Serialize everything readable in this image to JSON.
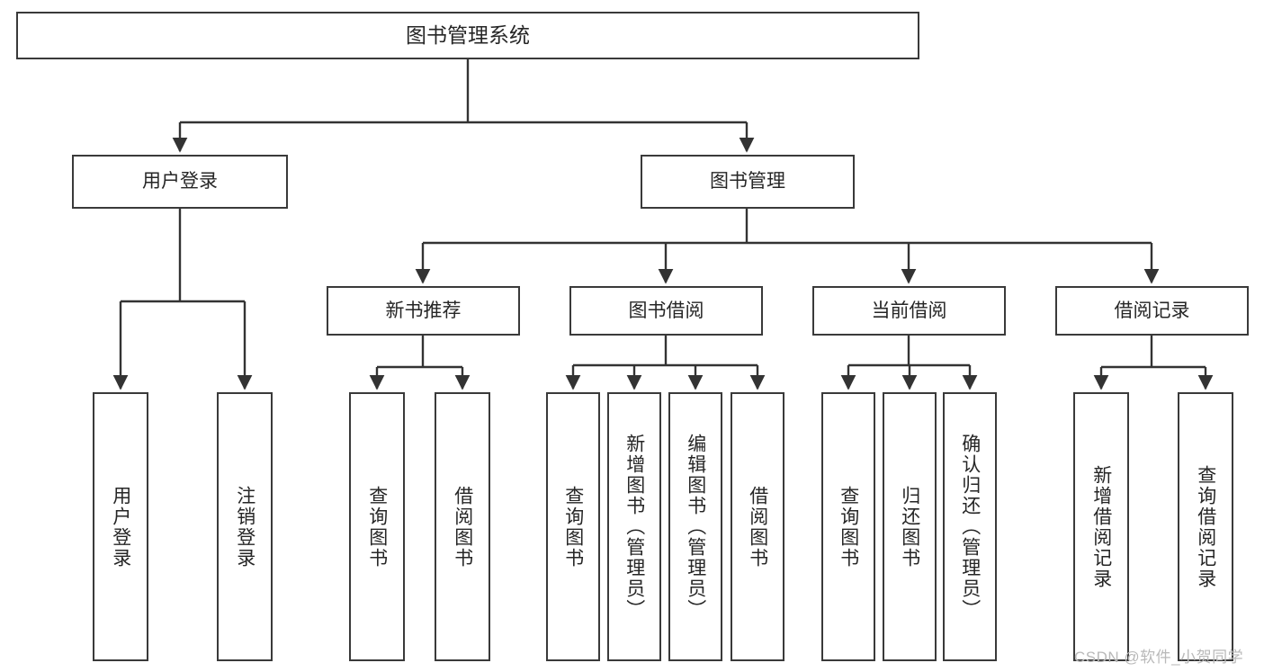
{
  "diagram": {
    "type": "tree",
    "title": "图书管理系统",
    "orientation": "top-down",
    "style": {
      "box_fill": "#ffffff",
      "box_stroke": "#3a3a3a",
      "text_color": "#262626",
      "connector_color": "#333333",
      "background": "#ffffff"
    },
    "watermark": "CSDN @软件_小贺同学",
    "nodes": {
      "root": {
        "label": "图书管理系统"
      },
      "level1": [
        {
          "label": "用户登录"
        },
        {
          "label": "图书管理"
        }
      ],
      "level2": [
        {
          "label": "新书推荐"
        },
        {
          "label": "图书借阅"
        },
        {
          "label": "当前借阅"
        },
        {
          "label": "借阅记录"
        }
      ],
      "leaves": {
        "user_login": [
          {
            "label": "用户登录"
          },
          {
            "label": "注销登录"
          }
        ],
        "new_book_recommend": [
          {
            "label": "查询图书"
          },
          {
            "label": "借阅图书"
          }
        ],
        "book_borrow": [
          {
            "label": "查询图书"
          },
          {
            "label": "新增图书（管理员）"
          },
          {
            "label": "编辑图书（管理员）"
          },
          {
            "label": "借阅图书"
          }
        ],
        "current_borrow": [
          {
            "label": "查询图书"
          },
          {
            "label": "归还图书"
          },
          {
            "label": "确认归还（管理员）"
          }
        ],
        "borrow_record": [
          {
            "label": "新增借阅记录"
          },
          {
            "label": "查询借阅记录"
          }
        ]
      }
    }
  }
}
